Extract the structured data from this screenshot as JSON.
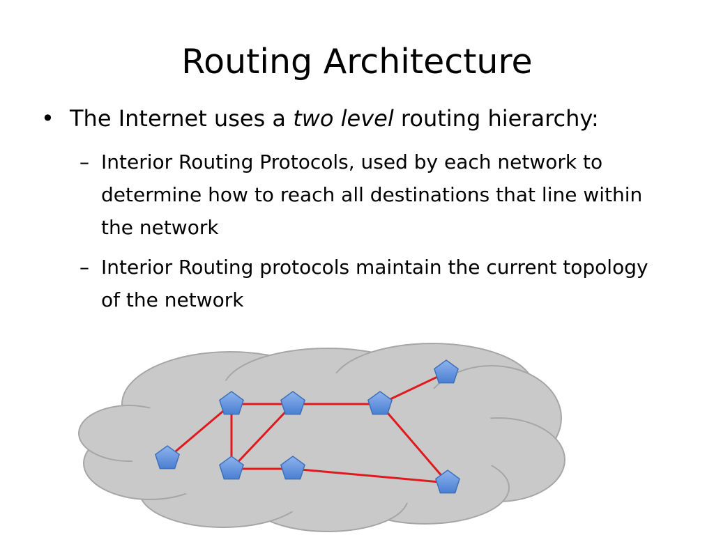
{
  "slide": {
    "title": "Routing Architecture",
    "bullet1": {
      "marker": "•",
      "pre": "The Internet uses a ",
      "emph": "two level",
      "post": " routing hierarchy:"
    },
    "sub_bullets": [
      {
        "marker": "–",
        "text": "Interior Routing Protocols, used by each network to determine how to reach all destinations that line within the network"
      },
      {
        "marker": "–",
        "text": "Interior Routing protocols maintain the current topology of the network"
      }
    ]
  },
  "diagram": {
    "colors": {
      "cloud_fill": "#c9c9c9",
      "cloud_stroke": "#a6a6a6",
      "link": "#e0191c",
      "router_fill": "#5b8fdc",
      "router_stroke": "#3e6fb8"
    },
    "router_count": 8,
    "link_count": 9
  }
}
